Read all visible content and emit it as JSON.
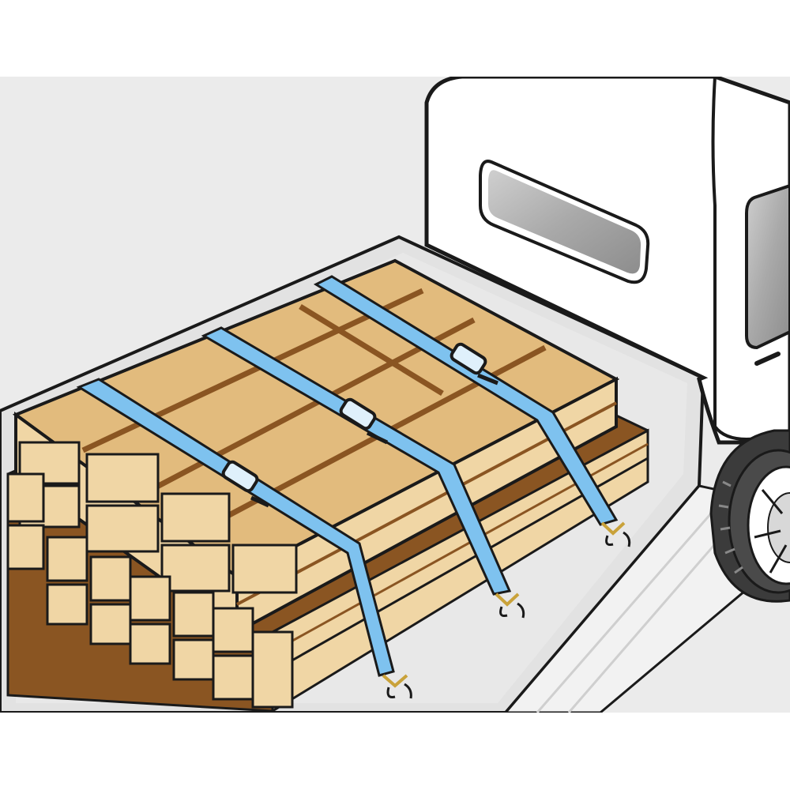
{
  "illustration": {
    "subject": "cargo-secured-with-lashing-straps-on-truck-bed",
    "colors": {
      "background": "#ffffff",
      "wall": "#ebebeb",
      "bed_floor": "#e4e4e4",
      "cab": "#ffffff",
      "window": "#a9a9a9",
      "box_top": "#e2bb7d",
      "box_side": "#f0d6a5",
      "box_dark": "#8a5522",
      "strap": "#7ec2ef",
      "outline": "#1a1a1a"
    },
    "straps": {
      "count": 3,
      "buckles": 3,
      "hooks": 3
    }
  }
}
